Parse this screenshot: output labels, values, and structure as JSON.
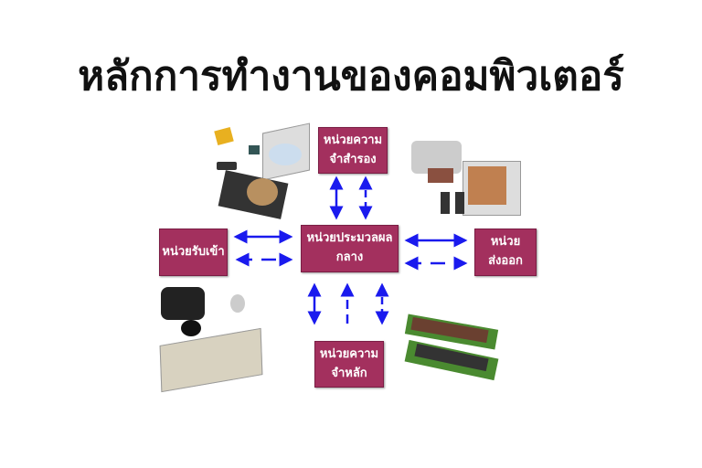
{
  "title": "หลักการทำงานของคอมพิวเตอร์",
  "units": {
    "cpu": "หน่วยประมวลผล\nกลาง",
    "secondary_memory": "หน่วยความ\nจำสำรอง",
    "input": "หน่วยรับเข้า",
    "output": "หน่วย\nส่งออก",
    "main_memory": "หน่วยความ\nจำหลัก"
  },
  "colors": {
    "box": "#a3305e",
    "arrow": "#1a1aee"
  }
}
